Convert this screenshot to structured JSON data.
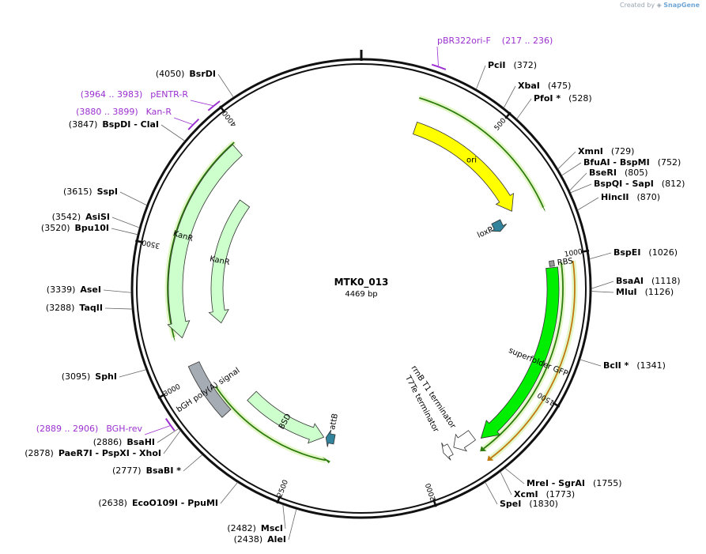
{
  "watermark": {
    "prefix": "Created by",
    "brand": "SnapGene"
  },
  "plasmid": {
    "name": "MTK0_013",
    "length": "4469 bp",
    "total_bp": 4469
  },
  "scale_ticks": [
    {
      "pos": 500,
      "label": "500"
    },
    {
      "pos": 1000,
      "label": "1000"
    },
    {
      "pos": 1500,
      "label": "1500"
    },
    {
      "pos": 2000,
      "label": "2000"
    },
    {
      "pos": 2500,
      "label": "2500"
    },
    {
      "pos": 3000,
      "label": "3000"
    },
    {
      "pos": 3500,
      "label": "3500"
    },
    {
      "pos": 4000,
      "label": "4000"
    }
  ],
  "sites": [
    {
      "pos": 372,
      "name": "PciI",
      "coord": "(372)"
    },
    {
      "pos": 475,
      "name": "XbaI",
      "coord": "(475)"
    },
    {
      "pos": 528,
      "name": "PfoI *",
      "coord": "(528)"
    },
    {
      "pos": 729,
      "name": "XmnI",
      "coord": "(729)"
    },
    {
      "pos": 752,
      "name": "BfuAI  - BspMI",
      "coord": "(752)"
    },
    {
      "pos": 805,
      "name": "BseRI",
      "coord": "(805)"
    },
    {
      "pos": 812,
      "name": "BspQI  - SapI",
      "coord": "(812)"
    },
    {
      "pos": 870,
      "name": "HincII",
      "coord": "(870)"
    },
    {
      "pos": 1026,
      "name": "BspEI",
      "coord": "(1026)"
    },
    {
      "pos": 1118,
      "name": "BsaAI",
      "coord": "(1118)"
    },
    {
      "pos": 1126,
      "name": "MluI",
      "coord": "(1126)"
    },
    {
      "pos": 1341,
      "name": "BclI *",
      "coord": "(1341)"
    },
    {
      "pos": 1755,
      "name": "MreI  - SgrAI",
      "coord": "(1755)"
    },
    {
      "pos": 1773,
      "name": "XcmI",
      "coord": "(1773)"
    },
    {
      "pos": 1830,
      "name": "SpeI",
      "coord": "(1830)"
    },
    {
      "pos": 2438,
      "name": "AleI",
      "coord": "(2438)"
    },
    {
      "pos": 2482,
      "name": "MscI",
      "coord": "(2482)"
    },
    {
      "pos": 2638,
      "name": "EcoO109I  - PpuMI",
      "coord": "(2638)"
    },
    {
      "pos": 2777,
      "name": "BsaBI *",
      "coord": "(2777)"
    },
    {
      "pos": 2878,
      "name": "PaeR7I  - PspXI  - XhoI",
      "coord": "(2878)"
    },
    {
      "pos": 2886,
      "name": "BsaHI",
      "coord": "(2886)"
    },
    {
      "pos": 3095,
      "name": "SphI",
      "coord": "(3095)"
    },
    {
      "pos": 3288,
      "name": "TaqII",
      "coord": "(3288)"
    },
    {
      "pos": 3339,
      "name": "AseI",
      "coord": "(3339)"
    },
    {
      "pos": 3520,
      "name": "Bpu10I",
      "coord": "(3520)"
    },
    {
      "pos": 3542,
      "name": "AsiSI",
      "coord": "(3542)"
    },
    {
      "pos": 3615,
      "name": "SspI",
      "coord": "(3615)"
    },
    {
      "pos": 3847,
      "name": "BspDI  - ClaI",
      "coord": "(3847)"
    },
    {
      "pos": 4050,
      "name": "BsrDI",
      "coord": "(4050)"
    }
  ],
  "primers": [
    {
      "pos": 217,
      "name": "pBR322ori-F",
      "coord": "(217 .. 236)"
    },
    {
      "pos": 3964,
      "name": "pENTR-R",
      "coord": "(3964 .. 3983)"
    },
    {
      "pos": 3880,
      "name": "Kan-R",
      "coord": "(3880 .. 3899)"
    },
    {
      "pos": 2889,
      "name": "BGH-rev",
      "coord": "(2889 .. 2906)"
    }
  ],
  "features": [
    {
      "name": "ori",
      "type": "rep_origin",
      "start": 230,
      "end": 780,
      "direction": "forward",
      "color": "#ffff00"
    },
    {
      "name": "loxP",
      "type": "protein_bind",
      "start": 790,
      "end": 840,
      "direction": "forward",
      "color": "#31849b"
    },
    {
      "name": "RBS",
      "type": "RBS",
      "start": 1015,
      "end": 1035,
      "direction": "none",
      "color": "#999999"
    },
    {
      "name": "superfolder GFP",
      "type": "CDS",
      "start": 1040,
      "end": 1755,
      "direction": "forward",
      "color": "#00ee00"
    },
    {
      "name": "rrnB T1 terminator",
      "type": "terminator",
      "start": 1775,
      "end": 1860,
      "direction": "forward",
      "color": "#ffffff"
    },
    {
      "name": "T7Te terminator",
      "type": "terminator",
      "start": 1875,
      "end": 1905,
      "direction": "forward",
      "color": "#ffffff"
    },
    {
      "name": "attB",
      "type": "protein_bind",
      "start": 2360,
      "end": 2400,
      "direction": "forward",
      "color": "#31849b"
    },
    {
      "name": "BSD",
      "type": "CDS",
      "start": 2410,
      "end": 2800,
      "direction": "reverse",
      "color": "#ccffcc"
    },
    {
      "name": "bGH poly(A) signal",
      "type": "polyA_signal",
      "start": 2820,
      "end": 3050,
      "direction": "none",
      "color": "#a6acb3"
    },
    {
      "name": "KanR",
      "type": "CDS",
      "start": 3160,
      "end": 3950,
      "direction": "reverse",
      "color": "#ccffcc"
    },
    {
      "name": "KanR",
      "type": "CDS",
      "start": 3180,
      "end": 3800,
      "direction": "reverse",
      "color": "#ccffcc"
    }
  ],
  "colors": {
    "backbone": "#111111",
    "primer": "#9b30d0",
    "orf_track": "#2e7d0e",
    "orf_track_orange": "#c07a10",
    "site_line": "#666666",
    "label": "#000000"
  }
}
